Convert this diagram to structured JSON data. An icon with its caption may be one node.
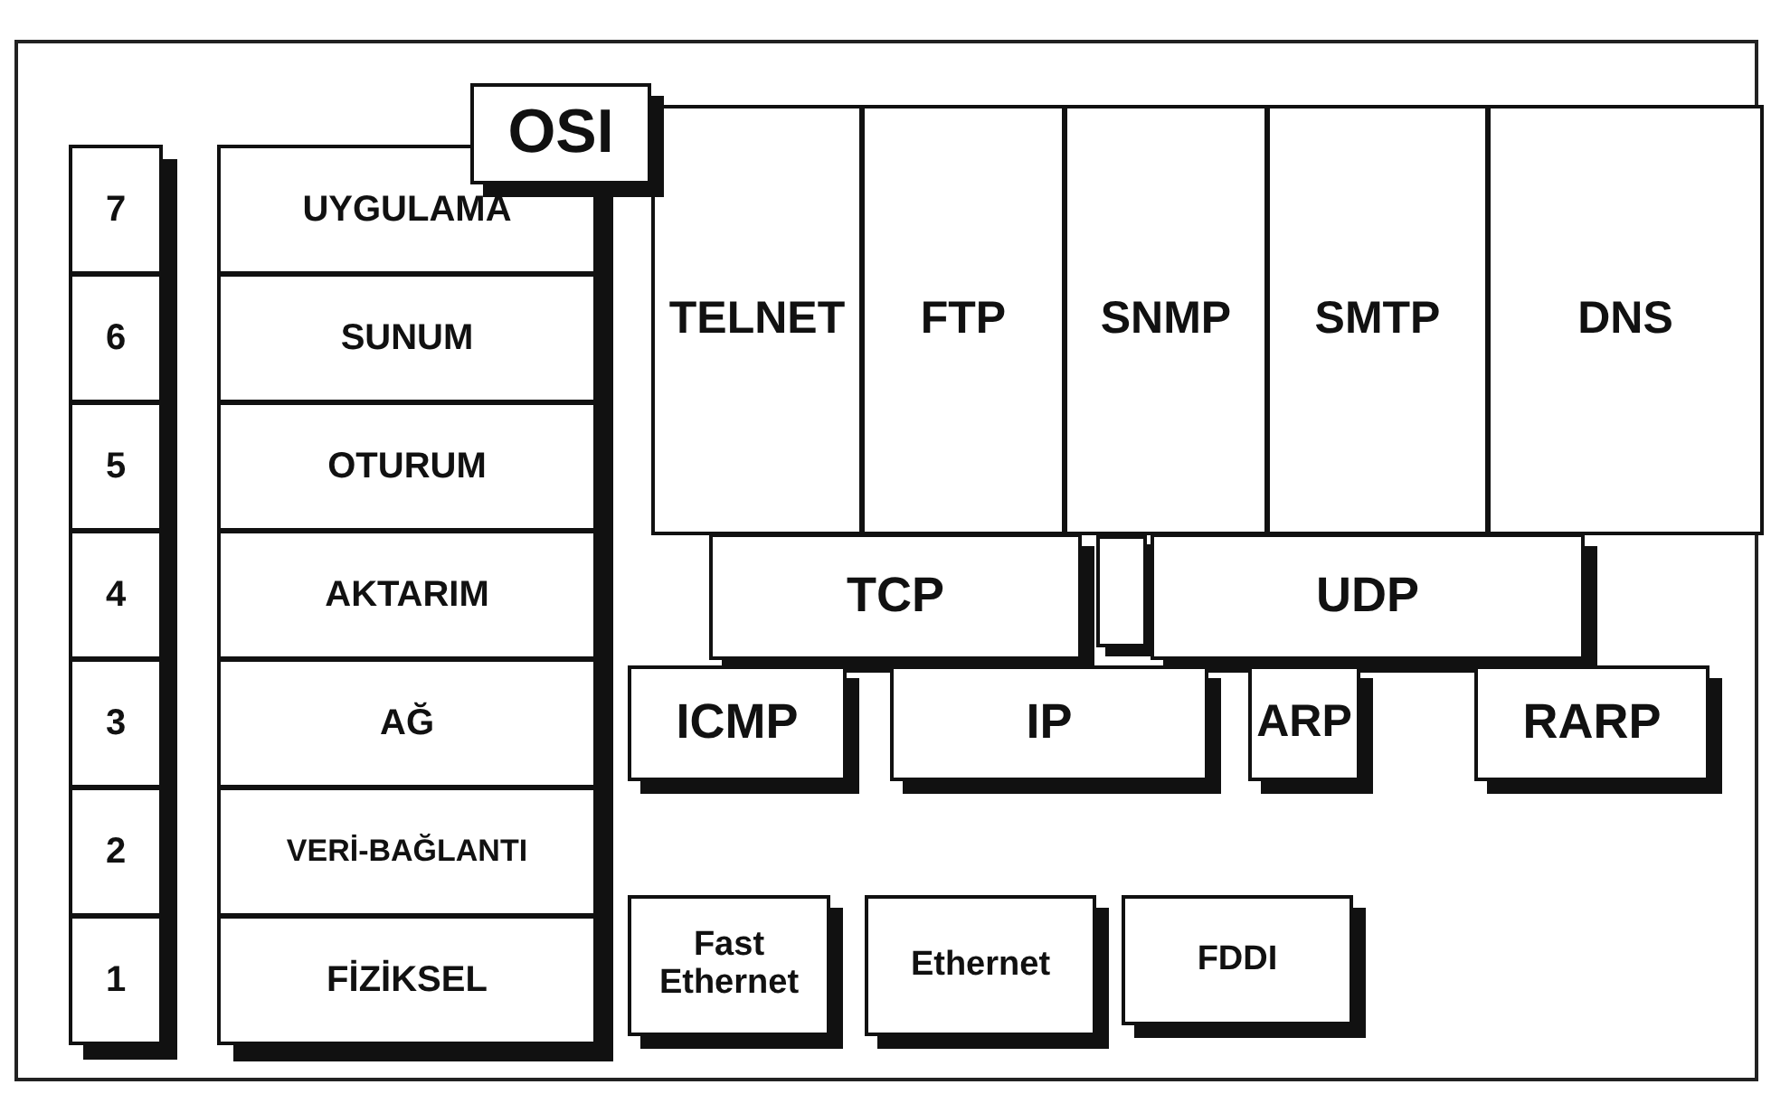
{
  "diagram": {
    "nodes": [
      {
        "text": [
          "OSI"
        ]
      },
      {
        "text": [
          "7"
        ]
      },
      {
        "text": [
          "UYGULAMA"
        ]
      },
      {
        "text": [
          "TELNET"
        ]
      },
      {
        "text": [
          "FTP"
        ]
      },
      {
        "text": [
          "SNMP"
        ]
      },
      {
        "text": [
          "SMTP"
        ]
      },
      {
        "text": [
          "DNS"
        ]
      },
      {
        "text": [
          "6"
        ]
      },
      {
        "text": [
          "SUNUM"
        ]
      },
      {
        "text": [
          "5"
        ]
      },
      {
        "text": [
          "OTURUM"
        ]
      },
      {
        "text": [
          "4"
        ]
      },
      {
        "text": [
          "AKTARIM"
        ]
      },
      {
        "text": [
          "TCP"
        ]
      },
      {
        "text": [
          "UDP"
        ]
      },
      {
        "text": [
          "3"
        ]
      },
      {
        "text": [
          "AĞ"
        ]
      },
      {
        "text": [
          "ICMP"
        ]
      },
      {
        "text": [
          "IP"
        ]
      },
      {
        "text": [
          "ARP"
        ]
      },
      {
        "text": [
          "RARP"
        ]
      },
      {
        "text": [
          "2"
        ]
      },
      {
        "text": [
          "VERİ-BAĞLANTI"
        ]
      },
      {
        "text": [
          "1"
        ]
      },
      {
        "text": [
          "FİZİKSEL"
        ]
      },
      {
        "text": [
          "Fast Ethernet"
        ]
      },
      {
        "text": [
          "Ethernet"
        ]
      },
      {
        "text": [
          "FDDI"
        ]
      }
    ]
  }
}
